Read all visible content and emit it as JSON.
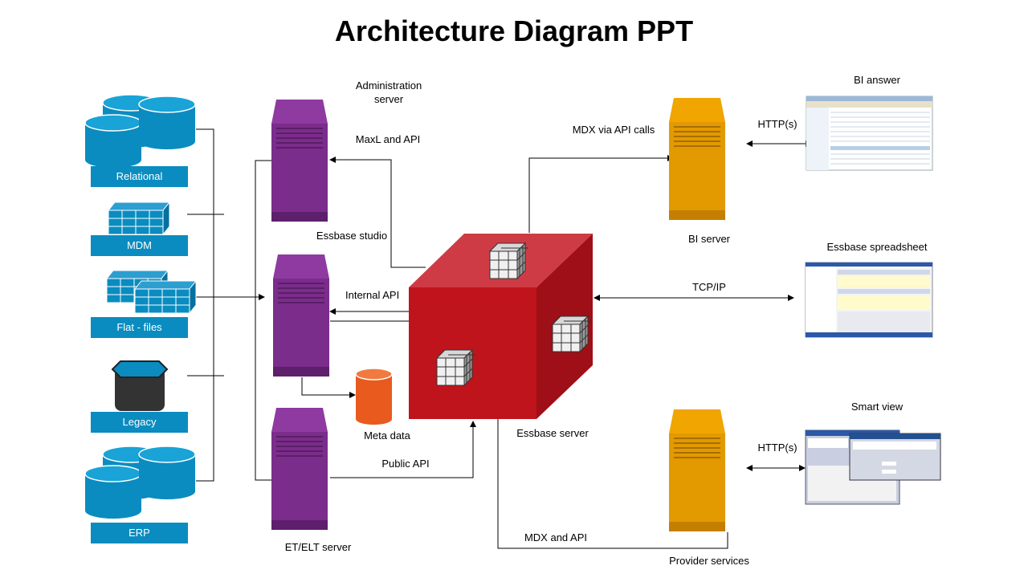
{
  "title": "Architecture Diagram PPT",
  "sources": {
    "relational": "Relational",
    "mdm": "MDM",
    "flat_files": "Flat - files",
    "legacy": "Legacy",
    "erp": "ERP"
  },
  "servers": {
    "administration": "Administration server",
    "essbase_studio": "Essbase studio",
    "etl": "ET/ELT server",
    "essbase": "Essbase server",
    "bi": "BI server",
    "provider": "Provider services",
    "meta_data": "Meta data"
  },
  "connections": {
    "maxl_api": "MaxL and API",
    "internal_api": "Internal API",
    "public_api": "Public API",
    "mdx_api_calls": "MDX via API calls",
    "mdx_and_api": "MDX and API",
    "http_top": "HTTP(s)",
    "tcp_ip": "TCP/IP",
    "http_bottom": "HTTP(s)"
  },
  "clients": {
    "bi_answer": "BI answer",
    "essbase_spreadsheet": "Essbase spreadsheet",
    "smart_view": "Smart view"
  },
  "colors": {
    "source_blue": "#0a8cc0",
    "server_purple": "#7b2d8b",
    "server_orange": "#e39a00",
    "cube_red": "#c0141c",
    "metadata_orange": "#e85a1e"
  }
}
